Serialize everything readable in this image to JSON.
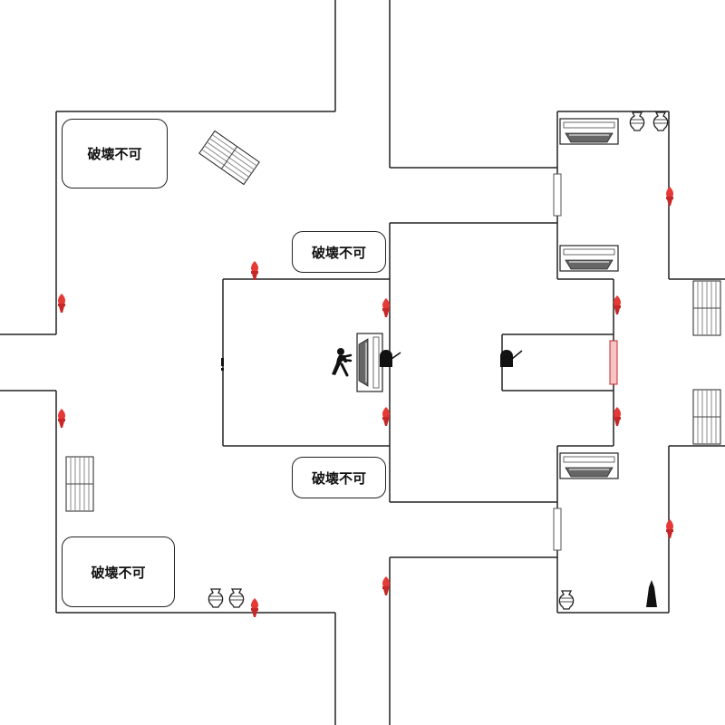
{
  "labels": {
    "indestructible_top_left": "破壊不可",
    "indestructible_center_top": "破壊不可",
    "indestructible_center_bottom": "破壊不可",
    "indestructible_bottom_left": "破壊不可"
  },
  "colors": {
    "wall": "#222222",
    "torch_flame": "#e53935",
    "torch_base": "#c62828",
    "highlight_door": "#f6c6c6",
    "door": "#ffffff"
  },
  "icons": [
    "torch-icon",
    "vase-icon",
    "bench-icon",
    "crate-icon",
    "cannon-icon",
    "player-pushing-icon",
    "obelisk-icon"
  ]
}
